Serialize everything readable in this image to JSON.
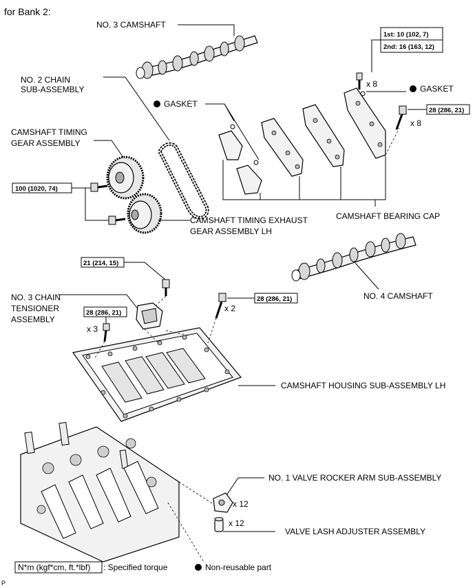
{
  "header": "for Bank 2:",
  "labels": {
    "no3_camshaft": "NO. 3 CAMSHAFT",
    "no2_chain_1": "NO. 2 CHAIN",
    "no2_chain_2": "SUB-ASSEMBLY",
    "gasket_left": "GASKET",
    "gasket_right": "GASKET",
    "timing_gear_1": "CAMSHAFT TIMING",
    "timing_gear_2": "GEAR ASSEMBLY",
    "exhaust_gear_1": "CAMSHAFT TIMING EXHAUST",
    "exhaust_gear_2": "GEAR ASSEMBLY LH",
    "bearing_cap": "CAMSHAFT BEARING CAP",
    "no4_camshaft": "NO. 4 CAMSHAFT",
    "tensioner_1": "NO. 3 CHAIN",
    "tensioner_2": "TENSIONER",
    "tensioner_3": "ASSEMBLY",
    "housing": "CAMSHAFT HOUSING SUB-ASSEMBLY LH",
    "rocker_arm": "NO. 1 VALVE ROCKER ARM SUB-ASSEMBLY",
    "lash_adjuster": "VALVE LASH ADJUSTER ASSEMBLY"
  },
  "torques": {
    "cap_1st": "1st: 10 (102, 7)",
    "cap_2nd": "2nd: 16 (163, 12)",
    "bolt_28a": "28 (286, 21)",
    "gear_100": "100 (1020, 74)",
    "tens_21": "21 (214, 15)",
    "bolt_28b": "28 (286, 21)",
    "housing_28": "28 (286, 21)"
  },
  "quantities": {
    "x8_top": "x 8",
    "x8_right": "x 8",
    "x3": "x 3",
    "x2": "x 2",
    "x12_rocker": "x 12",
    "x12_lash": "x 12"
  },
  "legend": {
    "torque_unit": "N*m (kgf*cm, ft.*lbf)",
    "torque_desc": ": Specified torque",
    "nonreusable": "Non-reusable part"
  },
  "footer_code": "P"
}
